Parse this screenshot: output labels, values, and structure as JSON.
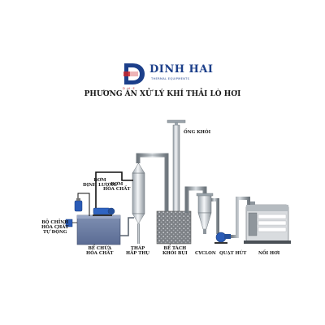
{
  "brand": {
    "name": "DINH HAI",
    "subtitle": "THERMAL EQUIPMENTS",
    "initials": "D.H.E",
    "colors": {
      "primary": "#1c3f8a",
      "accent": "#c9252c"
    }
  },
  "title": "PHƯƠNG ÁN XỬ LÝ KHÍ THẢI LÒ HƠI",
  "components": {
    "chimney": {
      "label": "ỐNG KHÓI"
    },
    "dosing_pump": {
      "line1": "BƠM",
      "line2": "ĐỊNH LƯỢNG"
    },
    "chemical_pump": {
      "line1": "BƠM",
      "line2": "HÓA CHẤT"
    },
    "dosing_controller": {
      "line1": "BỘ CHỈNH",
      "line2": "HÓA CHẤT",
      "line3": "TỰ ĐỘNG"
    },
    "chemical_tank": {
      "line1": "BỂ CHỨA",
      "line2": "HÓA CHẤT"
    },
    "absorption_tower": {
      "line1": "THÁP",
      "line2": "HẤP THỤ"
    },
    "dust_tank": {
      "line1": "BỂ TÁCH",
      "line2": "KHÓI BỤI"
    },
    "cyclone": {
      "label": "CYCLON"
    },
    "fan": {
      "label": "QUẠT HÚT"
    },
    "boiler": {
      "label": "NỒI HƠI"
    }
  }
}
